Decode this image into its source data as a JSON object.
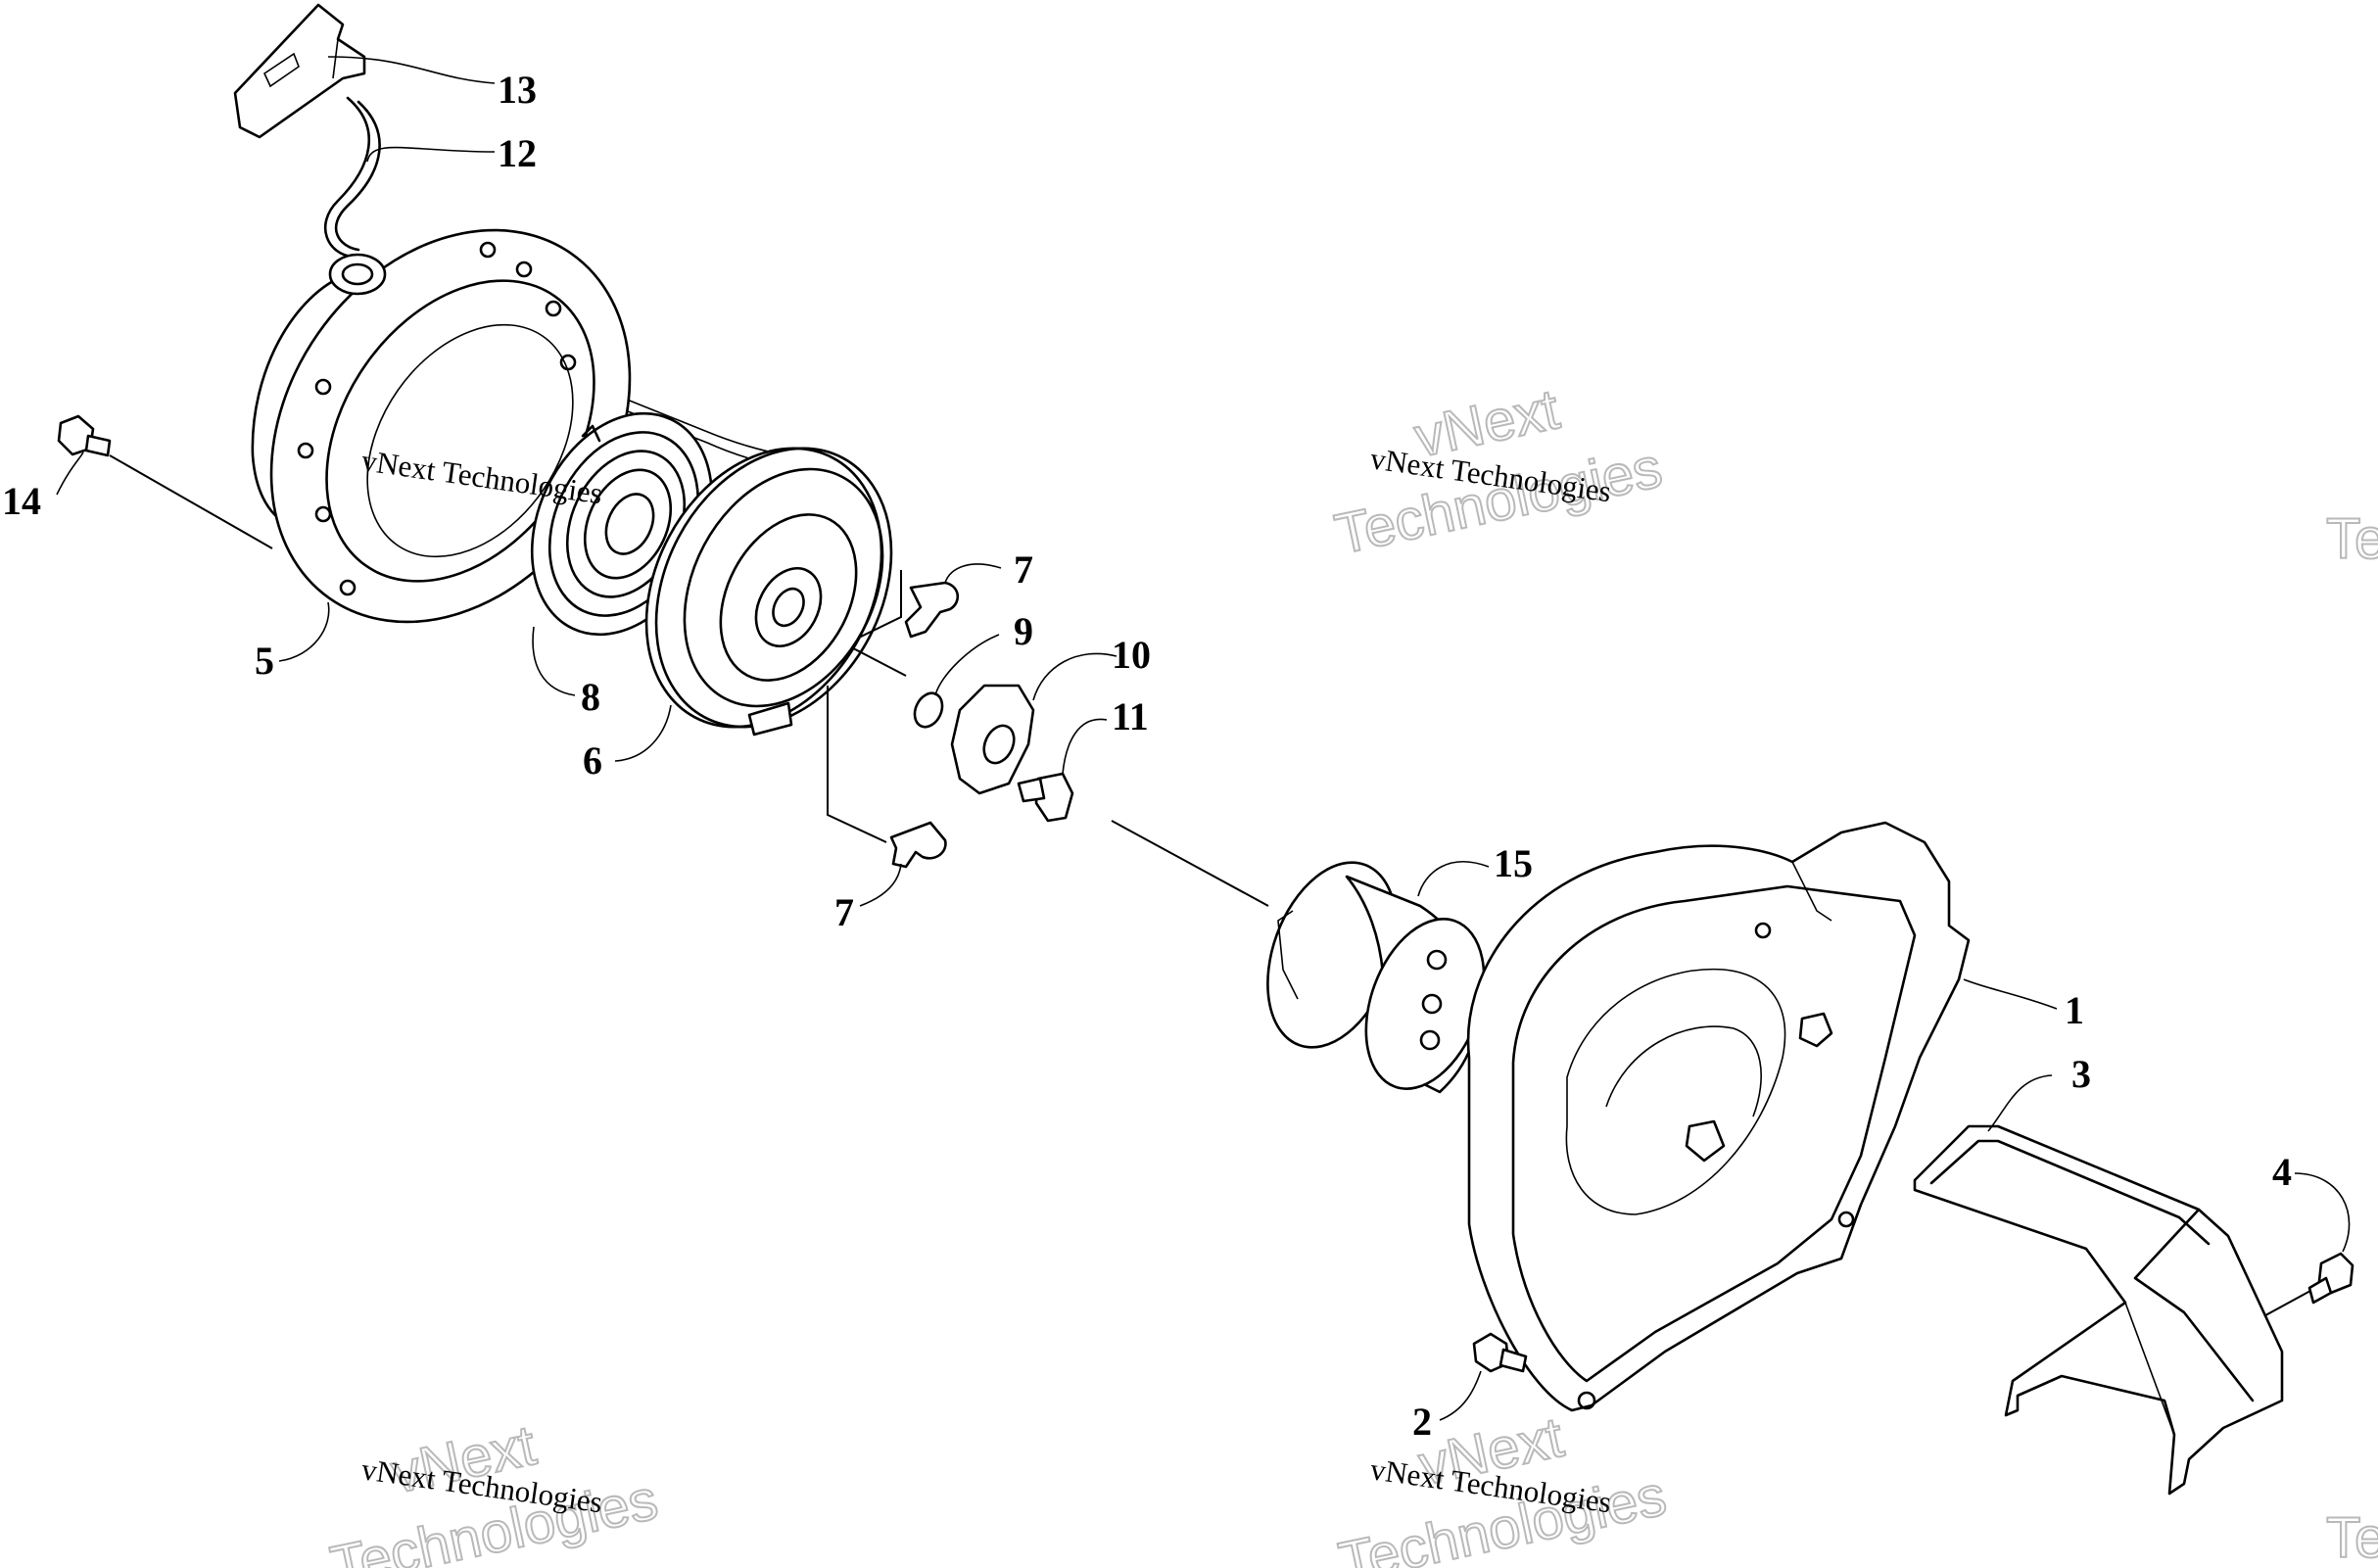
{
  "callouts": [
    "1",
    "2",
    "3",
    "4",
    "5",
    "6",
    "7",
    "7",
    "8",
    "9",
    "10",
    "11",
    "12",
    "13",
    "14",
    "15"
  ],
  "watermark": {
    "line1": "vNext Technologies",
    "big1": "vNext",
    "big2": "Technologies",
    "edge": "Te"
  }
}
